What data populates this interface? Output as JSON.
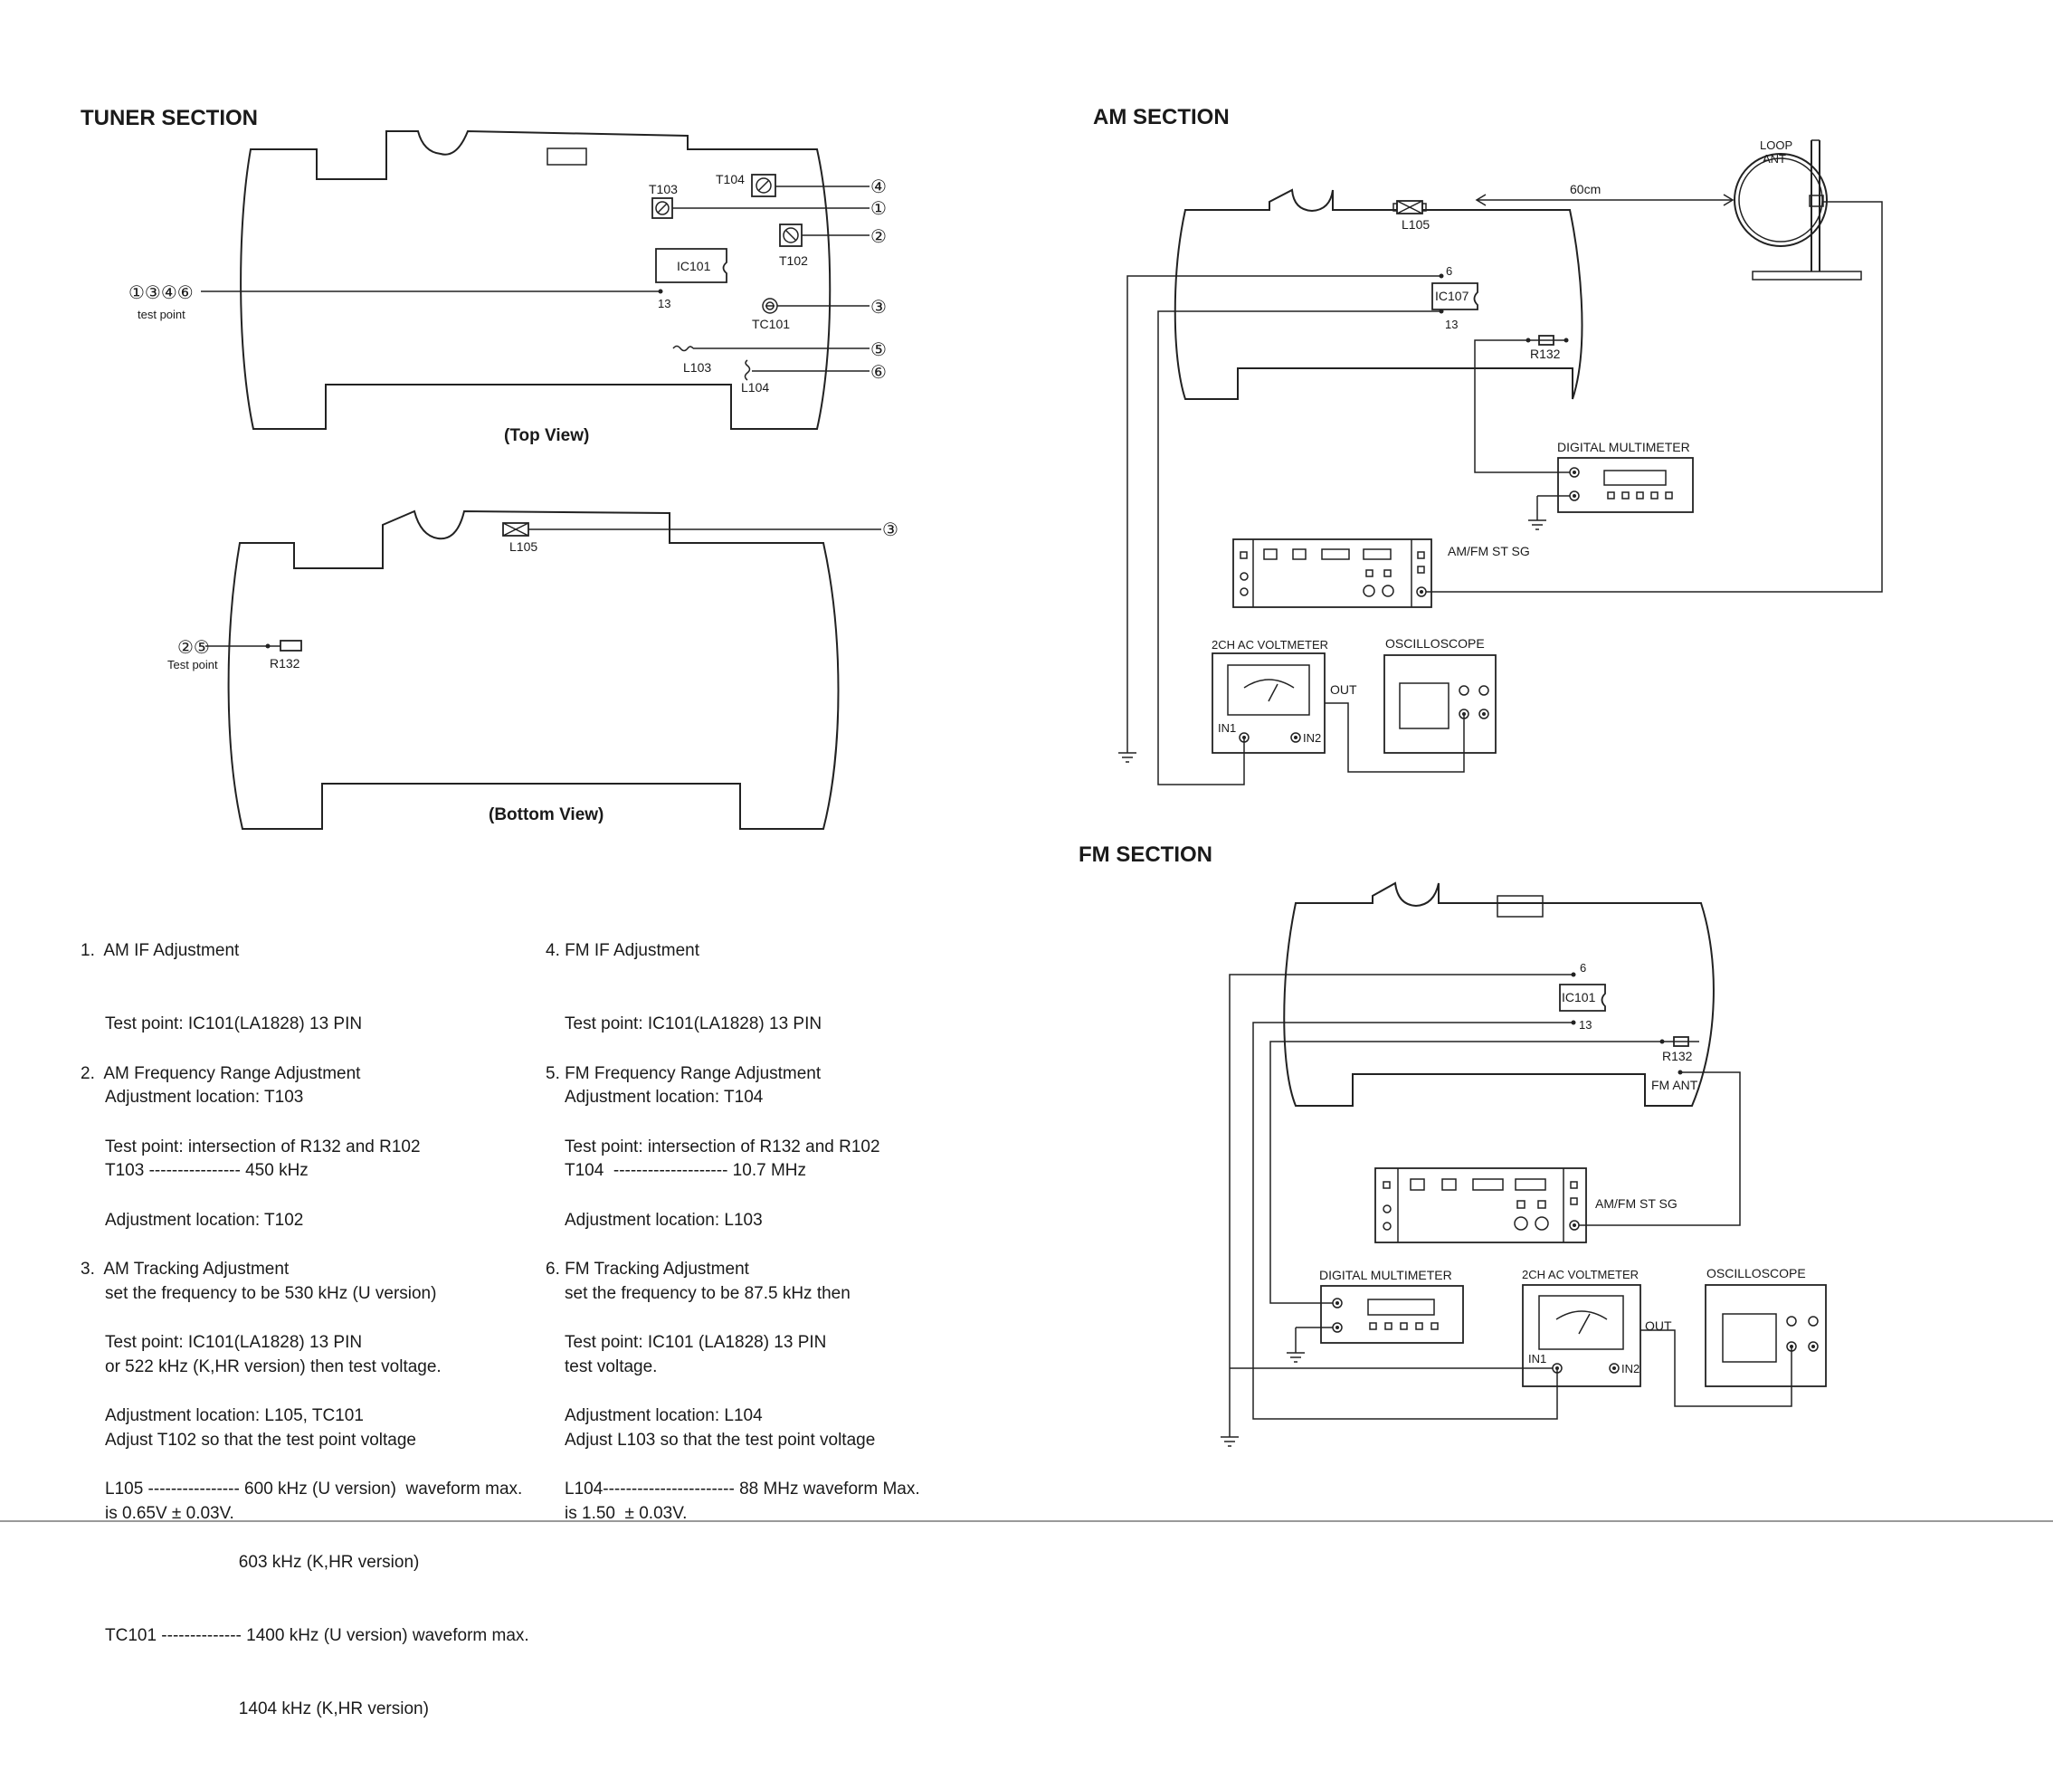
{
  "tuner": {
    "title": "TUNER SECTION",
    "top_view": "(Top View)",
    "bottom_view": "(Bottom View)",
    "labels": {
      "t103": "T103",
      "t104": "T104",
      "t102": "T102",
      "ic101": "IC101",
      "pin13": "13",
      "tc101": "TC101",
      "l103": "L103",
      "l104": "L104",
      "l105": "L105",
      "r132": "R132"
    },
    "test_points_top": "①③④⑥",
    "test_point_top_label": "test point",
    "test_points_bottom": "②⑤",
    "test_point_bottom_label": "Test point",
    "markers": {
      "m1": "①",
      "m2": "②",
      "m3": "③",
      "m4": "④",
      "m5": "⑤",
      "m6": "⑥"
    }
  },
  "am": {
    "title": "AM SECTION",
    "loop_ant_1": "LOOP",
    "loop_ant_2": "ANT",
    "distance": "60cm",
    "l105": "L105",
    "ic107": "IC107",
    "pin6": "6",
    "pin13": "13",
    "r132": "R132",
    "dmm": "DIGITAL MULTIMETER",
    "sg": "AM/FM ST SG",
    "voltmeter": "2CH AC VOLTMETER",
    "oscilloscope": "OSCILLOSCOPE",
    "out": "OUT",
    "in1": "IN1",
    "in2": "IN2"
  },
  "fm": {
    "title": "FM SECTION",
    "ic101": "IC101",
    "pin6": "6",
    "pin13": "13",
    "r132": "R132",
    "fm_ant": "FM ANT",
    "sg": "AM/FM ST SG",
    "dmm": "DIGITAL MULTIMETER",
    "voltmeter": "2CH AC VOLTMETER",
    "oscilloscope": "OSCILLOSCOPE",
    "out": "OUT",
    "in1": "IN1",
    "in2": "IN2"
  },
  "notes": [
    {
      "heading": "1.  AM IF Adjustment",
      "lines": [
        "Test point: IC101(LA1828) 13 PIN",
        "Adjustment location: T103",
        "T103 ---------------- 450 kHz"
      ]
    },
    {
      "heading": "2.  AM Frequency Range Adjustment",
      "lines": [
        "Test point: intersection of R132 and R102",
        "Adjustment location: T102",
        "set the frequency to be 530 kHz (U version)",
        "or 522 kHz (K,HR version) then test voltage.",
        "Adjust T102 so that the test point voltage",
        "is 0.65V ± 0.03V."
      ]
    },
    {
      "heading": "3.  AM Tracking Adjustment",
      "lines": [
        "Test point: IC101(LA1828) 13 PIN",
        "Adjustment location: L105, TC101",
        "L105 ---------------- 600 kHz (U version)  waveform max.",
        "                            603 kHz (K,HR version)",
        "TC101 -------------- 1400 kHz (U version) waveform max.",
        "                            1404 kHz (K,HR version)"
      ]
    },
    {
      "heading": "4. FM IF Adjustment",
      "lines": [
        "Test point: IC101(LA1828) 13 PIN",
        "Adjustment location: T104",
        "T104  -------------------- 10.7 MHz"
      ]
    },
    {
      "heading": "5. FM Frequency Range Adjustment",
      "lines": [
        "Test point: intersection of R132 and R102",
        "Adjustment location: L103",
        "set the frequency to be 87.5 kHz then",
        "test voltage.",
        "Adjust L103 so that the test point voltage",
        "is 1.50  ± 0.03V."
      ]
    },
    {
      "heading": "6. FM Tracking Adjustment",
      "lines": [
        "Test point: IC101 (LA1828) 13 PIN",
        "Adjustment location: L104",
        "L104----------------------- 88 MHz waveform Max."
      ]
    }
  ]
}
